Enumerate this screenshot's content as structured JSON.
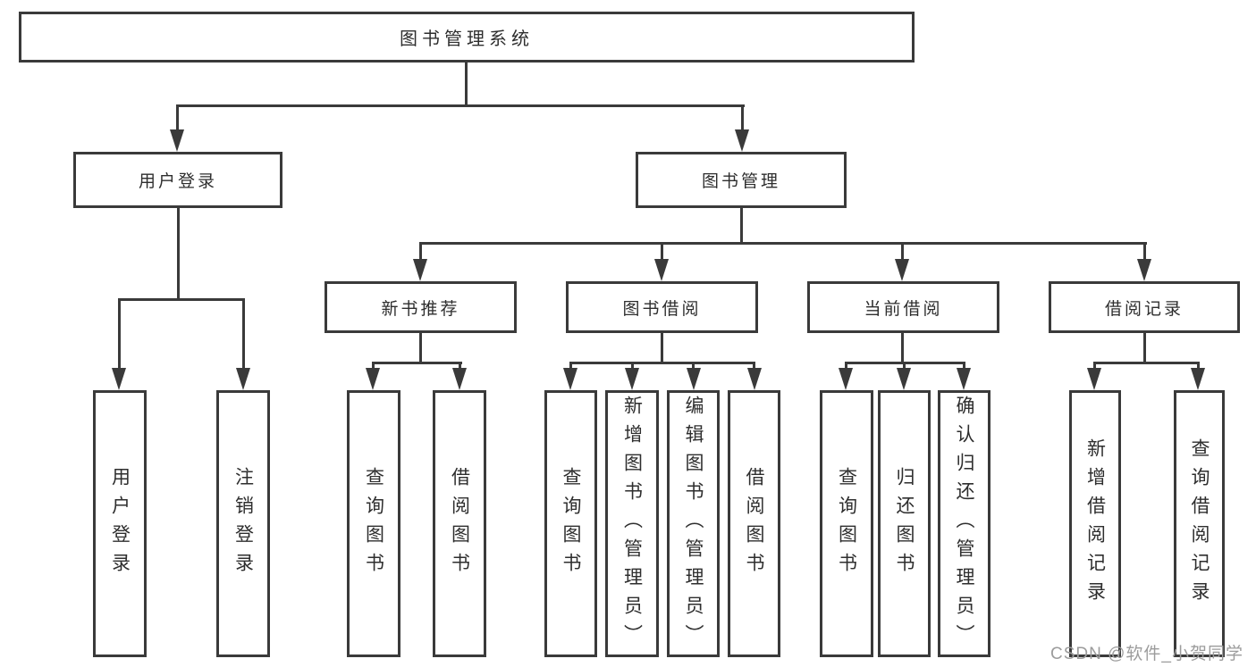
{
  "diagram": {
    "root": {
      "label": "图书管理系统"
    },
    "level2": {
      "user_login": {
        "label": "用户登录"
      },
      "book_mgmt": {
        "label": "图书管理"
      }
    },
    "level3": {
      "new_books": {
        "label": "新书推荐"
      },
      "book_borrow": {
        "label": "图书借阅"
      },
      "current_borrow": {
        "label": "当前借阅"
      },
      "borrow_records": {
        "label": "借阅记录"
      }
    },
    "leaves": {
      "ul_login": {
        "label": "用户登录"
      },
      "ul_logout": {
        "label": "注销登录"
      },
      "nb_query": {
        "label": "查询图书"
      },
      "nb_borrow": {
        "label": "借阅图书"
      },
      "bb_query": {
        "label": "查询图书"
      },
      "bb_add": {
        "label": "新增图书（管理员）"
      },
      "bb_edit": {
        "label": "编辑图书（管理员）"
      },
      "bb_borrow": {
        "label": "借阅图书"
      },
      "cb_query": {
        "label": "查询图书"
      },
      "cb_return": {
        "label": "归还图书"
      },
      "cb_confirm": {
        "label": "确认归还（管理员）"
      },
      "br_add": {
        "label": "新增借阅记录"
      },
      "br_query": {
        "label": "查询借阅记录"
      }
    }
  },
  "watermark": {
    "text": "CSDN @软件_小贺同学"
  },
  "colors": {
    "line": "#3a3a3a",
    "text": "#2e2e2e",
    "watermark": "#9c9c9c",
    "background": "#ffffff"
  }
}
